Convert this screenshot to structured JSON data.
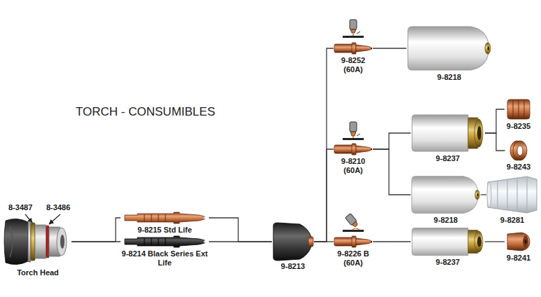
{
  "diagram": {
    "title": "TORCH - CONSUMIBLES",
    "nodes": [
      {
        "text": [
          "Torch Head"
        ]
      },
      {
        "text": [
          "9-8215 Std Life"
        ]
      },
      {
        "text": [
          "9-8214 Black Series Ext Life"
        ]
      },
      {
        "text": [
          "9-8213"
        ]
      },
      {
        "text": [
          "9-8252",
          "(60A)"
        ]
      },
      {
        "text": [
          "9-8210",
          "(60A)"
        ]
      },
      {
        "text": [
          "9-8226 B",
          "(60A)"
        ]
      },
      {
        "text": [
          "9-8218"
        ]
      },
      {
        "text": [
          "9-8237"
        ]
      },
      {
        "text": [
          "9-8218"
        ]
      },
      {
        "text": [
          "9-8237"
        ]
      },
      {
        "text": [
          "9-8235"
        ]
      },
      {
        "text": [
          "9-8243"
        ]
      },
      {
        "text": [
          "9-8281"
        ]
      },
      {
        "text": [
          "9-8241"
        ]
      }
    ],
    "edges": [
      {
        "from": 0,
        "to": 1,
        "arrow": "none"
      },
      {
        "from": 0,
        "to": 2,
        "arrow": "none"
      },
      {
        "from": 1,
        "to": 3,
        "arrow": "none"
      },
      {
        "from": 2,
        "to": 3,
        "arrow": "none"
      },
      {
        "from": 3,
        "to": 4,
        "arrow": "none"
      },
      {
        "from": 3,
        "to": 5,
        "arrow": "none"
      },
      {
        "from": 3,
        "to": 6,
        "arrow": "none"
      },
      {
        "from": 4,
        "to": 7,
        "arrow": "none"
      },
      {
        "from": 5,
        "to": 8,
        "arrow": "none"
      },
      {
        "from": 5,
        "to": 9,
        "arrow": "none"
      },
      {
        "from": 6,
        "to": 10,
        "arrow": "none"
      },
      {
        "from": 8,
        "to": 11,
        "arrow": "none"
      },
      {
        "from": 8,
        "to": 12,
        "arrow": "none"
      },
      {
        "from": 9,
        "to": 13,
        "arrow": "none"
      },
      {
        "from": 10,
        "to": 14,
        "arrow": "none"
      }
    ],
    "labels": [
      "8-3487",
      "8-3486"
    ]
  }
}
